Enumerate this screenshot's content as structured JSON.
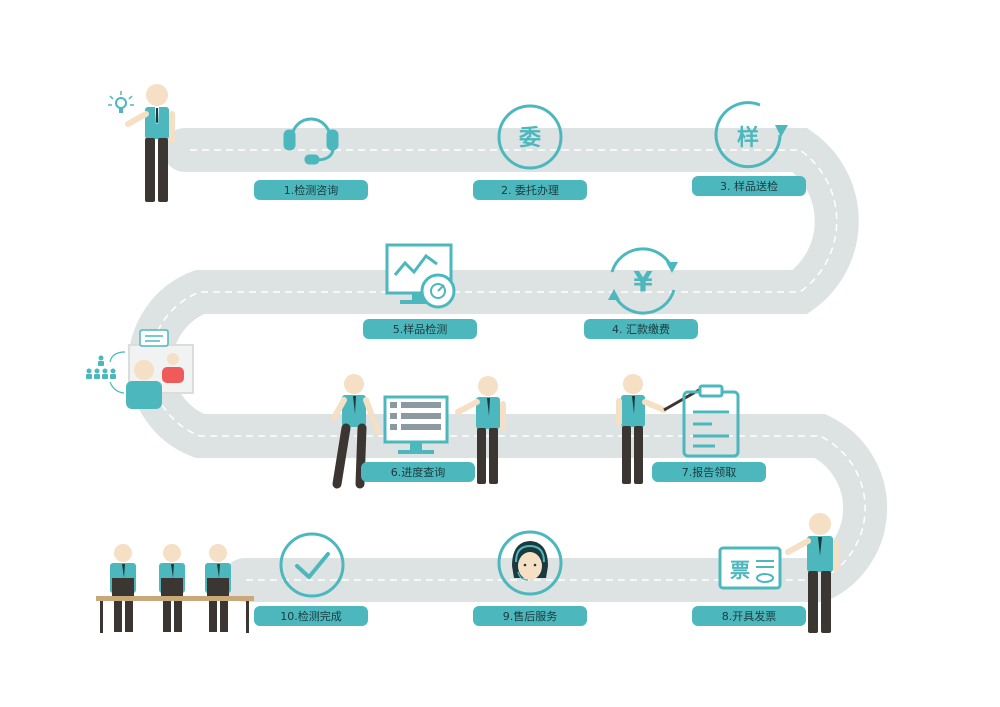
{
  "colors": {
    "teal": "#4cb8bd",
    "road": "#dde2e2",
    "skin": "#f5dfc5",
    "shirt": "#4cb8bd",
    "pants": "#3b3632",
    "accent": "#ef5b5b"
  },
  "steps": [
    {
      "label": "1.检测咨询",
      "icon": "headset-icon"
    },
    {
      "label": "2. 委托办理",
      "icon": "commission-icon",
      "glyph": "委"
    },
    {
      "label": "3. 样品送检",
      "icon": "sample-icon",
      "glyph": "样"
    },
    {
      "label": "4. 汇款缴费",
      "icon": "yen-icon",
      "glyph": "¥"
    },
    {
      "label": "5.样品检测",
      "icon": "monitor-chart-icon"
    },
    {
      "label": "6.进度查询",
      "icon": "screen-icon"
    },
    {
      "label": "7.报告领取",
      "icon": "report-icon"
    },
    {
      "label": "8.开具发票",
      "icon": "invoice-icon",
      "glyph": "票"
    },
    {
      "label": "9.售后服务",
      "icon": "support-agent-icon"
    },
    {
      "label": "10.检测完成",
      "icon": "checkmark-icon"
    }
  ]
}
